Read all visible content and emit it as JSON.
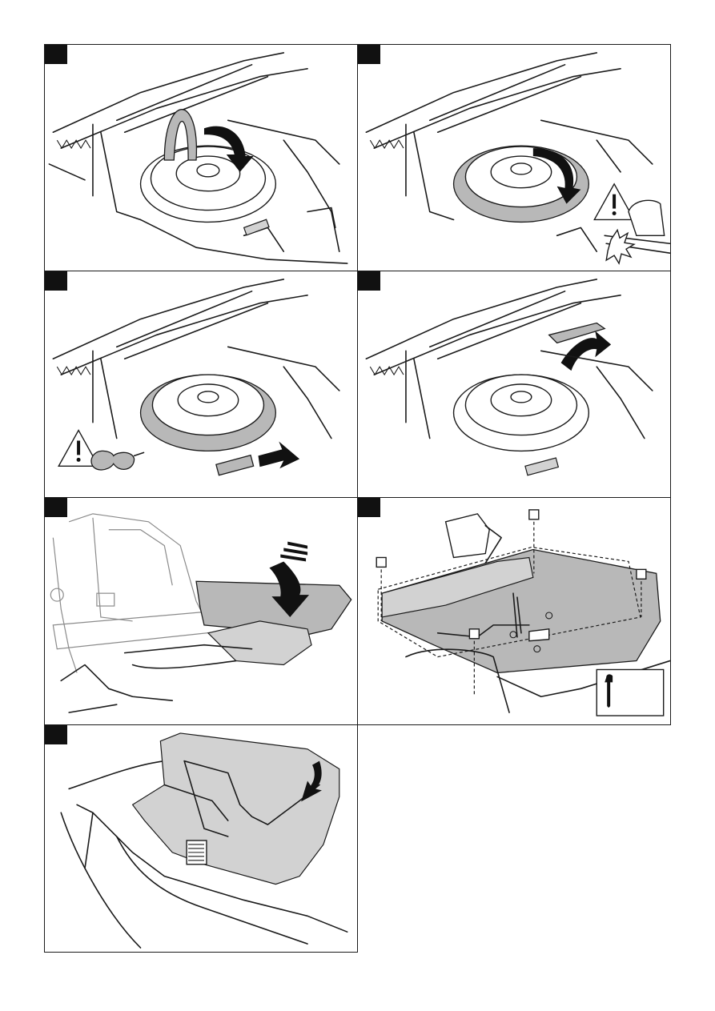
{
  "page": {
    "panels": [
      {
        "id": "panel-1",
        "content": "belt-removal-from-pulley"
      },
      {
        "id": "panel-2",
        "content": "belt-rotate-pulley-warning"
      },
      {
        "id": "panel-3",
        "content": "belt-release-safety-glasses"
      },
      {
        "id": "panel-4",
        "content": "belt-routing-around-idler"
      },
      {
        "id": "panel-5",
        "content": "cover-plate-insertion"
      },
      {
        "id": "panel-6",
        "content": "cover-plate-bolts-wrench"
      },
      {
        "id": "panel-7",
        "content": "seat-lowering"
      }
    ],
    "icons": {
      "warning": "warning-triangle-icon",
      "safety_glasses": "safety-glasses-icon",
      "wrench": "wrench-icon",
      "pinch_hand": "hand-pinch-icon"
    },
    "colors": {
      "line": "#1a1a1a",
      "shading": "#b8b8b8",
      "marker": "#111111"
    }
  }
}
